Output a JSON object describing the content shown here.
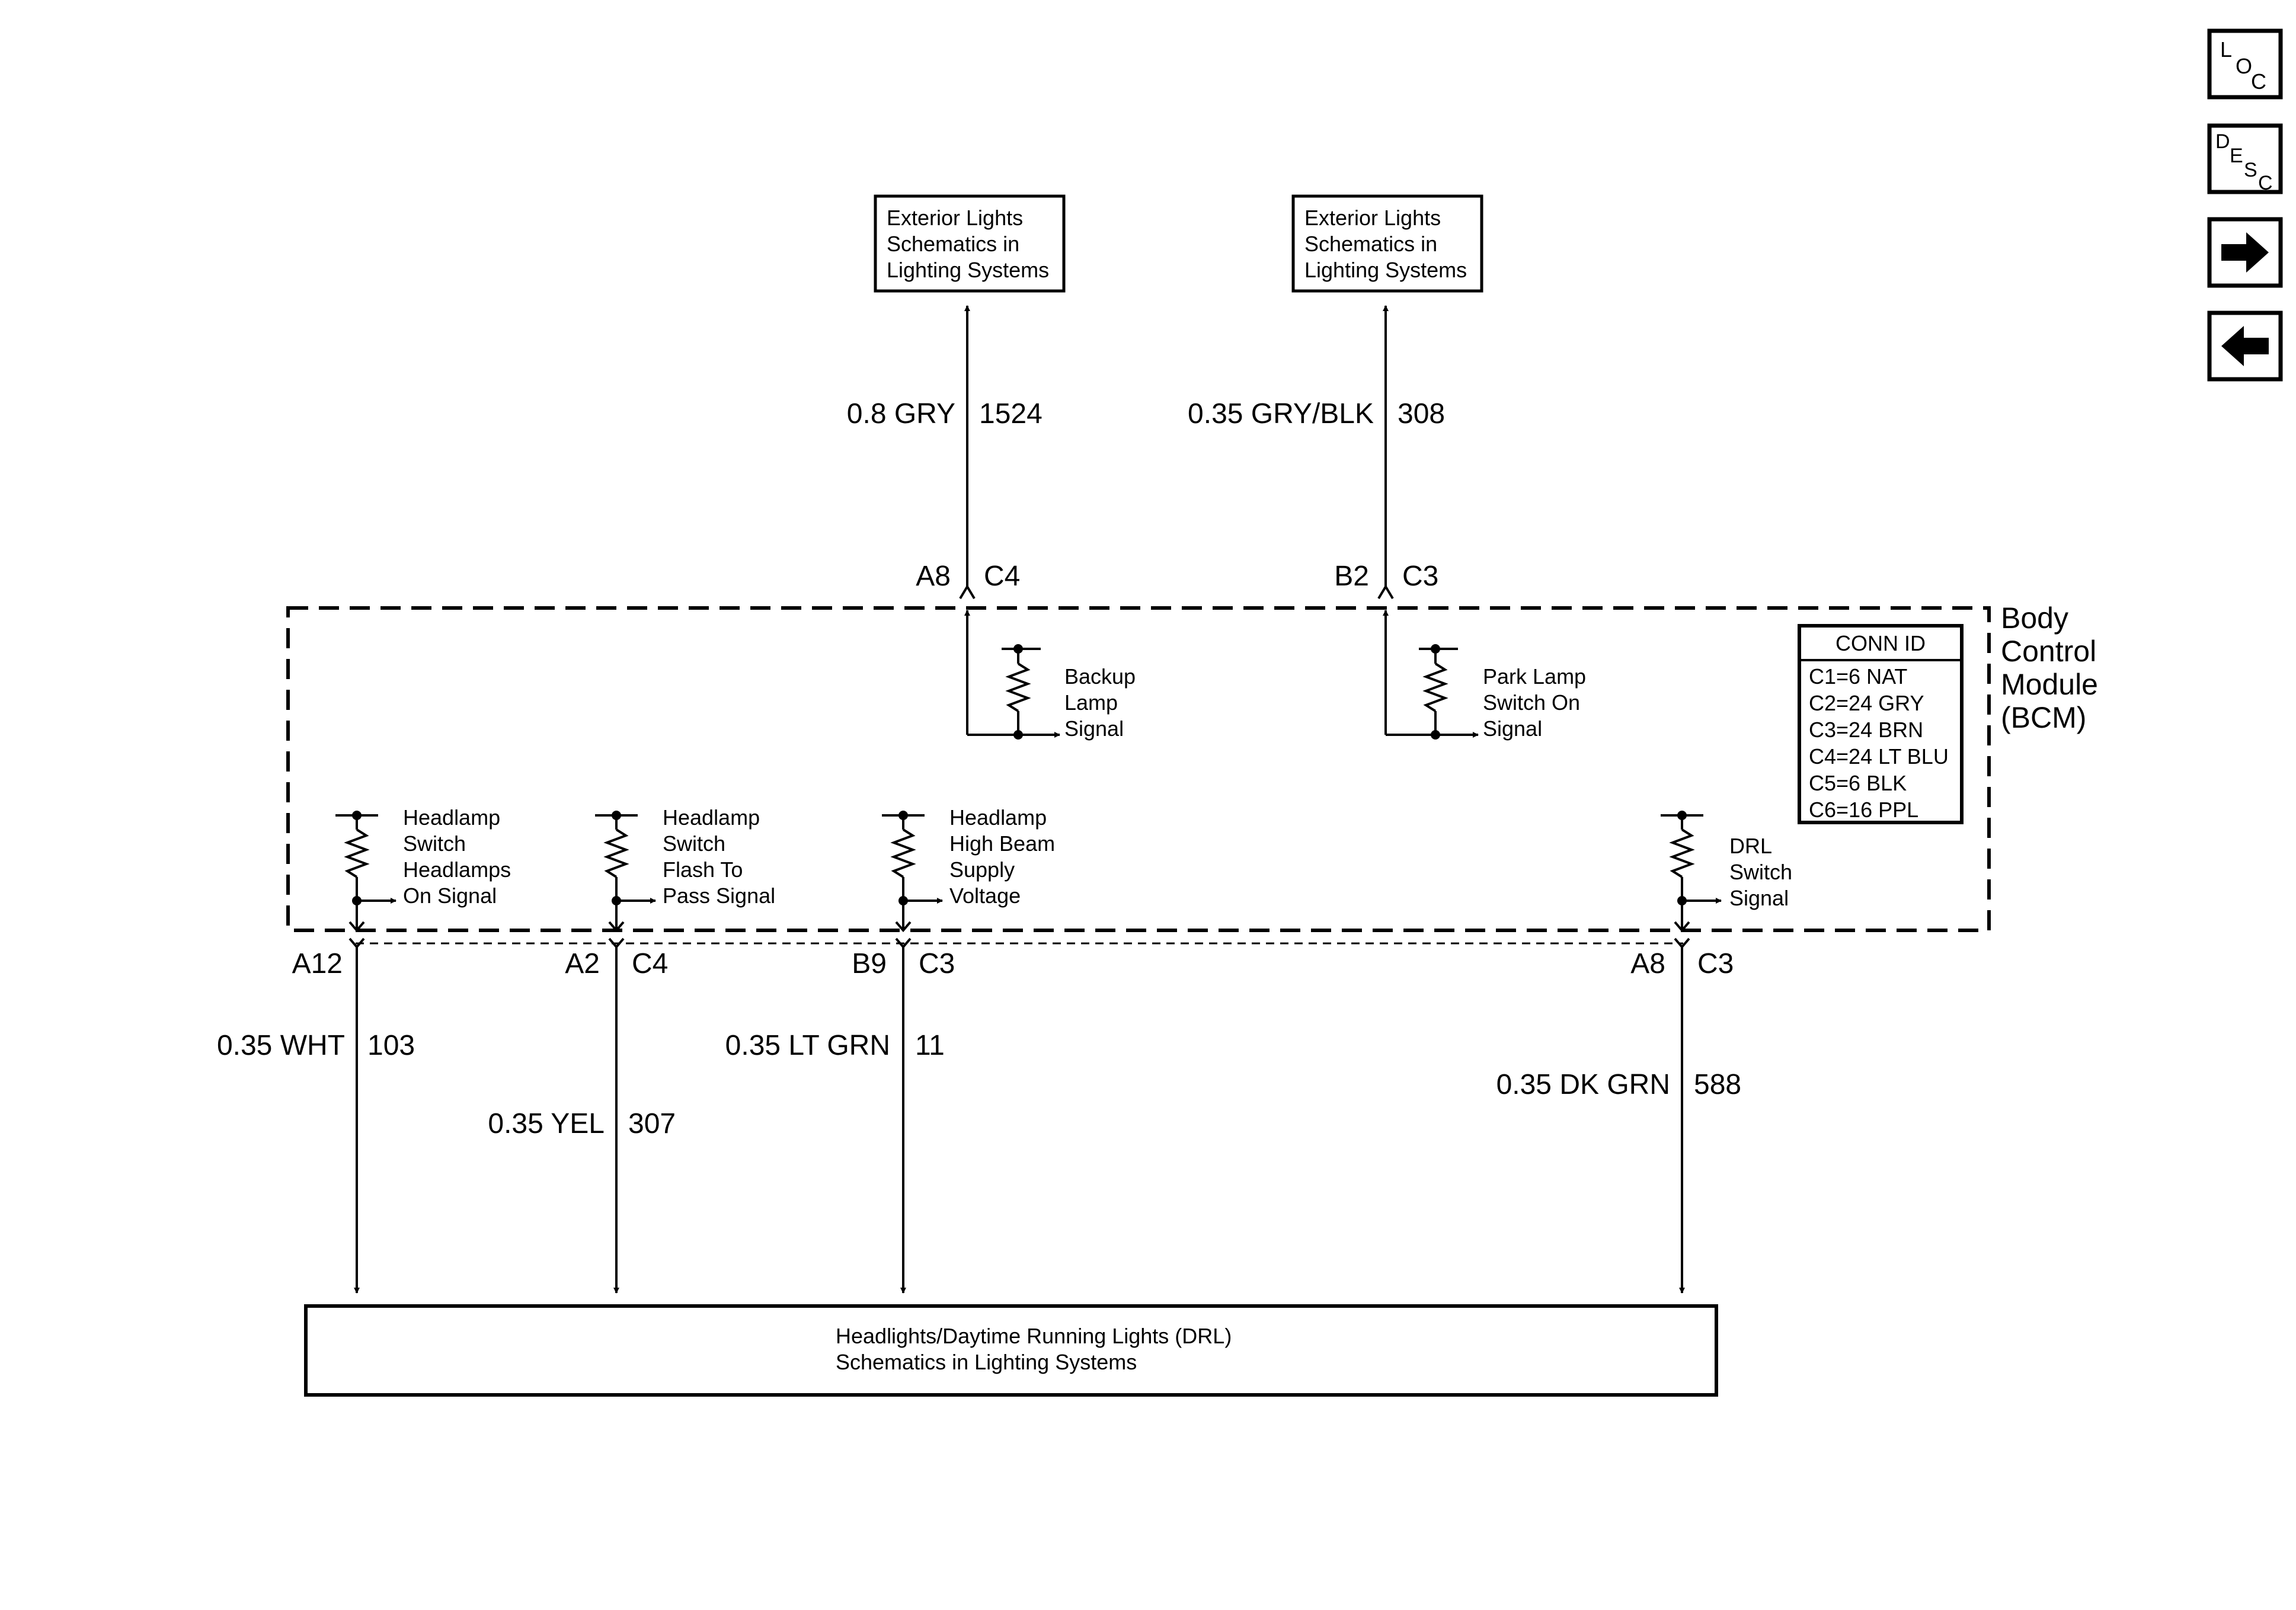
{
  "nav": {
    "loc": {
      "l1": "L",
      "l2": "O",
      "l3": "C"
    },
    "desc": {
      "l1": "D",
      "l2": "E",
      "l3": "S",
      "l4": "C"
    },
    "next_icon": "arrow-right-icon",
    "prev_icon": "arrow-left-icon"
  },
  "top_boxes": [
    {
      "line1": "Exterior Lights",
      "line2": "Schematics in",
      "line3": "Lighting Systems"
    },
    {
      "line1": "Exterior Lights",
      "line2": "Schematics in",
      "line3": "Lighting Systems"
    }
  ],
  "top_wires": [
    {
      "gauge_color": "0.8 GRY",
      "circuit": "1524",
      "pin": "A8",
      "connector": "C4"
    },
    {
      "gauge_color": "0.35 GRY/BLK",
      "circuit": "308",
      "pin": "B2",
      "connector": "C3"
    }
  ],
  "bcm": {
    "line1": "Body",
    "line2": "Control",
    "line3": "Module",
    "line4": "(BCM)"
  },
  "conn_id": {
    "title": "CONN ID",
    "rows": [
      "C1=6 NAT",
      "C2=24 GRY",
      "C3=24 BRN",
      "C4=24 LT BLU",
      "C5=6 BLK",
      "C6=16 PPL"
    ]
  },
  "top_signals": [
    {
      "line1": "Backup",
      "line2": "Lamp",
      "line3": "Signal"
    },
    {
      "line1": "Park Lamp",
      "line2": "Switch On",
      "line3": "Signal"
    }
  ],
  "bottom_signals": [
    {
      "line1": "Headlamp",
      "line2": "Switch",
      "line3": "Headlamps",
      "line4": "On Signal"
    },
    {
      "line1": "Headlamp",
      "line2": "Switch",
      "line3": "Flash To",
      "line4": "Pass Signal"
    },
    {
      "line1": "Headlamp",
      "line2": "High Beam",
      "line3": "Supply",
      "line4": "Voltage"
    },
    {
      "line1": "DRL",
      "line2": "Switch",
      "line3": "Signal"
    }
  ],
  "bottom_wires": [
    {
      "pin": "A12",
      "connector": "",
      "gauge_color": "0.35 WHT",
      "circuit": "103"
    },
    {
      "pin": "A2",
      "connector": "C4",
      "gauge_color": "0.35 YEL",
      "circuit": "307"
    },
    {
      "pin": "B9",
      "connector": "C3",
      "gauge_color": "0.35 LT GRN",
      "circuit": "11"
    },
    {
      "pin": "A8",
      "connector": "C3",
      "gauge_color": "0.35 DK GRN",
      "circuit": "588"
    }
  ],
  "bottom_box": {
    "line1": "Headlights/Daytime Running Lights (DRL)",
    "line2": "Schematics in Lighting Systems"
  }
}
